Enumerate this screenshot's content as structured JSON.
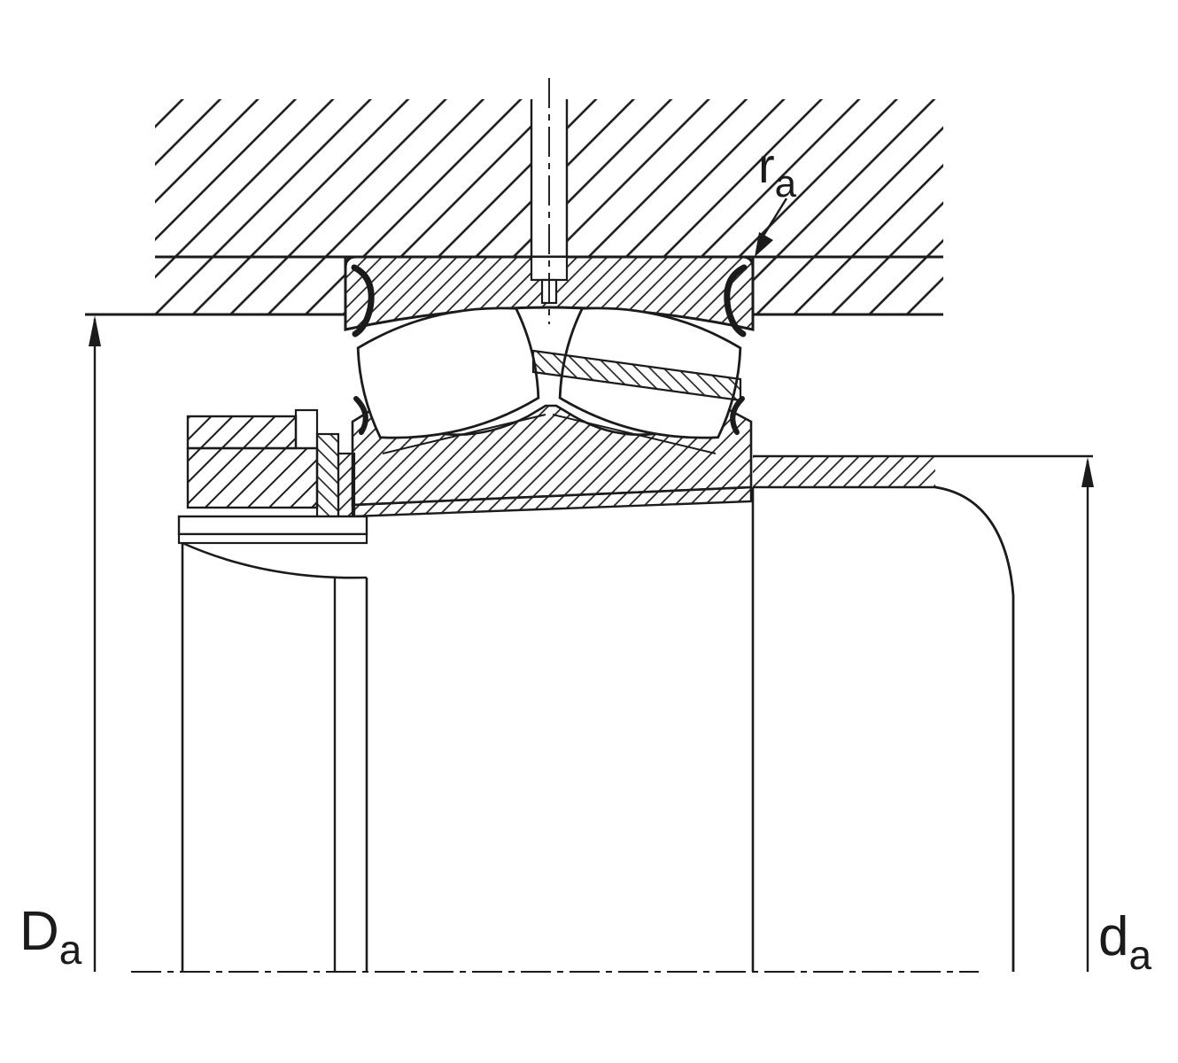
{
  "colors": {
    "ink": "#1b1b1b",
    "background": "#ffffff"
  },
  "labels": {
    "housing_shoulder_diameter": {
      "main": "D",
      "sub": "a"
    },
    "shaft_shoulder_diameter": {
      "main": "d",
      "sub": "a"
    },
    "fillet_radius": {
      "main": "r",
      "sub": "a"
    }
  }
}
